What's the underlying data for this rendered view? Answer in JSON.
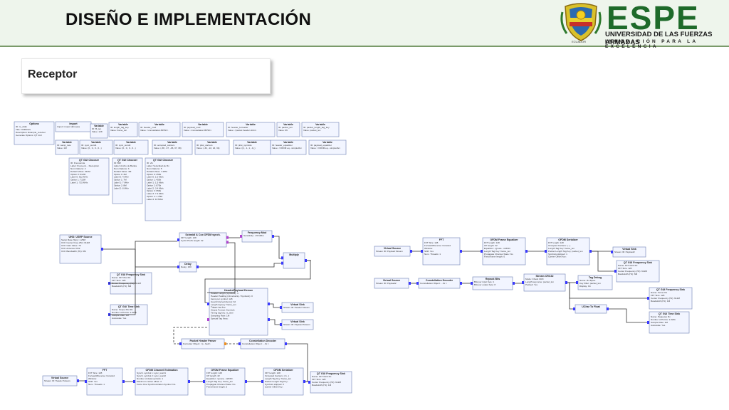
{
  "header": {
    "title": "DISEÑO E IMPLEMENTACIÓN"
  },
  "logo": {
    "word": "ESPE",
    "university": "UNIVERSIDAD DE LAS FUERZAS ARMADAS",
    "tagline": "INNOVACIÓN PARA LA EXCELENCIA",
    "country": "ECUADOR",
    "brand_color": "#1e6a2a"
  },
  "section": {
    "label": "Receptor"
  },
  "colors": {
    "block_border": "#7f8fbf",
    "block_fill": "#f2f5ff",
    "wire": "#333333",
    "port_blue": "#3a3aff",
    "port_purple": "#b044d0",
    "port_orange": "#f09020"
  },
  "blocks": {
    "options": {
      "title": "Options",
      "lines": [
        "ID: rx_ofdm",
        "Title: OFDM Rx",
        "Description: Example_receiver",
        "Generate Options: QT GUI"
      ]
    },
    "import": {
      "title": "Import",
      "lines": [
        "Import: import dirmoeta"
      ]
    },
    "var_fft": {
      "title": "Variable",
      "lines": [
        "ID: fft_len",
        "Value: 128"
      ]
    },
    "var_len_tag": {
      "title": "Variable",
      "lines": [
        "ID: length_tag_key",
        "Value: frame_len"
      ]
    },
    "var_hdr_mod": {
      "title": "Variable",
      "lines": [
        "ID: header_mod",
        "Value: <constellation BPSK>"
      ]
    },
    "var_pay_mod": {
      "title": "Variable",
      "lines": [
        "ID: payload_mod",
        "Value: <constellation BPSK>"
      ]
    },
    "var_hdr_fmt": {
      "title": "Variable",
      "lines": [
        "ID: header_formatter",
        "Value: <packet header ofdm>"
      ]
    },
    "var_pkt_len": {
      "title": "Variable",
      "lines": [
        "ID: packet_len",
        "Value: 96"
      ]
    },
    "var_pkt_tag": {
      "title": "Variable",
      "lines": [
        "ID: packet_length_tag_key",
        "Value: packet_len"
      ]
    },
    "var_samp": {
      "title": "Variable",
      "lines": [
        "ID: samp_rate",
        "Value: 1M"
      ]
    },
    "var_sync1": {
      "title": "Variable",
      "lines": [
        "ID: sync_word1",
        "Value: (0., 0., 0., 0...)"
      ]
    },
    "var_sync2": {
      "title": "Variable",
      "lines": [
        "ID: sync_word2",
        "Value: (0., 0., 0., 0...)"
      ]
    },
    "var_occ": {
      "title": "Variable",
      "lines": [
        "ID: occupied_carriers",
        "Value: (-38, -37, -36, 37, 38)"
      ]
    },
    "var_pilot_c": {
      "title": "Variable",
      "lines": [
        "ID: pilot_carriers",
        "Value: (-32, -22, 22, 32)"
      ]
    },
    "var_pilot_s": {
      "title": "Variable",
      "lines": [
        "ID: pilot_symbols",
        "Value: ((1, -1, 1, -1),)"
      ]
    },
    "var_hdr_eq": {
      "title": "Variable",
      "lines": [
        "ID: header_equalizer",
        "Value: <OFDM eq...simpledfe>"
      ]
    },
    "var_pay_eq": {
      "title": "Variable",
      "lines": [
        "ID: payload_equalizer",
        "Value: <OFDM eq...simpledfe>"
      ]
    },
    "chooser1": {
      "title": "QT GUI Chooser",
      "lines": [
        "ID: Frecuencia",
        "Label: Frecuenc... Recepcion",
        "Num Options: 2",
        "Default Value: 612M",
        "Option 0: 612M",
        "Label 0: 612 MHz",
        "Option 1: 715M",
        "Label 1: 715 MHz"
      ]
    },
    "chooser2": {
      "title": "QT GUI Chooser",
      "lines": [
        "ID: BW",
        "Label: Ancho de Banda",
        "Num Options: 3",
        "Default Value: 4M",
        "Option 0: 4M",
        "Label 0: 4 MHz",
        "Option 1: 7M",
        "Label 1: 7 MHz",
        "Option 2: 8M",
        "Label 2: 8 MHz"
      ]
    },
    "chooser3": {
      "title": "QT GUI Chooser",
      "lines": [
        "ID: vfs",
        "Label: Velocidad de Rx",
        "Num Options: 5",
        "Default Value: 1.25M",
        "Option 0: 250k",
        "Label 0: 1.0 Mb/s",
        "Option 1: 450k",
        "Label 1: 1.5 Mb/s",
        "Option 2: 875k",
        "Label 2: 3.4 Mb/s",
        "Option 3: 950k",
        "Label 3: 7.4 Mb/s",
        "Option 4: 1.75M",
        "Label 4: 10 Mb/s"
      ]
    },
    "usrp": {
      "title": "UHD: USRP Source",
      "lines": [
        "Samp Rate (Sps): 1.25M",
        "Ch0: Center Freq (Hz): 612M",
        "Ch0: Gain Value: 70",
        "Ch0: Antenna: RX2",
        "Ch0: Bandwidth (Hz): 6M"
      ]
    },
    "schmidl": {
      "title": "Schmidl & Cox OFDM synch.",
      "lines": [
        "FFT length: 128",
        "Cyclic Prefix length: 32"
      ]
    },
    "freqmod": {
      "title": "Frequency Mod",
      "lines": [
        "Sensitivity: -15.625m"
      ]
    },
    "delay": {
      "title": "Delay",
      "lines": [
        "Delay: 160"
      ]
    },
    "multiply": {
      "title": "Multiply",
      "lines": []
    },
    "hpdemux": {
      "title": "Header/Payload Demux",
      "lines": [
        "Header Length (Symbols): 3",
        "Header Padding (Uncertainty / Symbols): 0",
        "Items per symbol: 128",
        "Guard Interval (items): 32",
        "Length tag key: frame_len",
        "Trigger tag key: ",
        "Output Format: Symbols",
        "Timing tag key: rx_time",
        "Sampling Rate: 1M",
        "Special Tag Keys: "
      ]
    },
    "freqsink1": {
      "title": "QT GUI Frequency Sink",
      "lines": [
        "Name: FFT Plot Rx",
        "FFT Size: 128",
        "Center Frequency (Hz): 612M",
        "Bandwidth (Hz): 6M"
      ]
    },
    "timesink1": {
      "title": "QT GUI Time Sink",
      "lines": [
        "Name: Scope Plot Rx",
        "Number of Points: 1.024k",
        "Sample Rate: 1M",
        "Autoscale: Yes"
      ]
    },
    "vsink_hdr": {
      "title": "Virtual Sink",
      "lines": [
        "Stream ID: Header Stream"
      ]
    },
    "vsink_pay": {
      "title": "Virtual Sink",
      "lines": [
        "Stream ID: Payload Stream"
      ]
    },
    "pktparser": {
      "title": "Packet Header Parser",
      "lines": [
        "Formatter Object: <p...fault>"
      ]
    },
    "constdec1": {
      "title": "Constellation Decoder",
      "lines": [
        "Constellation Object: ...0x >"
      ]
    },
    "vsrc_hdr": {
      "title": "Virtual Source",
      "lines": [
        "Stream ID: Header Stream"
      ]
    },
    "fft_bot": {
      "title": "FFT",
      "lines": [
        "FFT Size: 128",
        "Forward/Reverse: Forward",
        "Window: ",
        "Shift: Yes",
        "Num. Threads: 1"
      ]
    },
    "chanest": {
      "title": "OFDM Channel Estimation",
      "lines": [
        "Synch. symbol 1: sync_word1",
        "Synch. symbol 2: sync_word2",
        "Number of data symbols: 1",
        "Maximum carrier offset: 3",
        "Force One Synchronization Symbol: No"
      ]
    },
    "frameeq_bot": {
      "title": "OFDM Frame Equalizer",
      "lines": [
        "FFT length: 128",
        "CP length: 32",
        "Equalizer: <gnura...mf330>",
        "Length Tag Key: frame_len",
        "Propagate Channel State: No",
        "Fixed frame length: 3"
      ]
    },
    "serial_bot": {
      "title": "OFDM Serializer",
      "lines": [
        "FFT length: 128",
        "Occupied Carriers: (-3...)",
        "Length Tag Key: frame_len",
        "Packet Length Tag Key: ",
        "Symbols skipped: 0",
        "Carrier Offset Key: "
      ]
    },
    "freqsink_bot": {
      "title": "QT GUI Frequency Sink",
      "lines": [
        "Name: FFT Rx/2 Rx",
        "FFT Size: 128",
        "Center Frequency (Hz): 612M",
        "Bandwidth (Hz): 1M"
      ]
    },
    "vsrc_pay": {
      "title": "Virtual Source",
      "lines": [
        "Stream ID: Payload Stream"
      ]
    },
    "fft_r": {
      "title": "FFT",
      "lines": [
        "FFT Size: 128",
        "Forward/Reverse: Forward",
        "Window: ",
        "Shift: Yes",
        "Num. Threads: 1"
      ]
    },
    "frameeq_r": {
      "title": "OFDM Frame Equalizer",
      "lines": [
        "FFT length: 128",
        "CP length: 32",
        "Equalizer: <gnura...mf330>",
        "Length Tag Key: frame_len",
        "Propagate Channel State: No",
        "Fixed frame length: 0"
      ]
    },
    "serial_r": {
      "title": "OFDM Serializer",
      "lines": [
        "FFT length: 128",
        "Occupied Carriers: (...)",
        "Length Tag Key: frame_len",
        "Packet Length Tag Key: packet_len",
        "Symbols skipped: 1",
        "Carrier Offset Key: "
      ]
    },
    "vsink_r": {
      "title": "Virtual Sink",
      "lines": [
        "Stream ID: Payload2"
      ]
    },
    "vsrc_r2": {
      "title": "Virtual Source",
      "lines": [
        "Stream ID: Payload2"
      ]
    },
    "constdec2": {
      "title": "Constellation Decoder",
      "lines": [
        "Constellation Object: ...0x >"
      ]
    },
    "repack": {
      "title": "Repack Bits",
      "lines": [
        "Bits per input byte: 1",
        "Bits per output byte: 8"
      ]
    },
    "crc": {
      "title": "Stream CRC32",
      "lines": [
        "Mode: Check CRC",
        "Length tag name: packet_len",
        "Packed: Yes"
      ]
    },
    "tagdebug": {
      "title": "Tag Debug",
      "lines": [
        "Name: Rx Bytes",
        "Key Filter: packet_len",
        "Display: On"
      ]
    },
    "freqsink_r": {
      "title": "QT GUI Frequency Sink",
      "lines": [
        "Name: FFT Rx/2 Rx",
        "FFT Size: 128",
        "Center Frequency (Hz): 612M",
        "Bandwidth (Hz): 6M"
      ]
    },
    "freqsink_r2": {
      "title": "QT GUI Frequency Sink",
      "lines": [
        "Name: Tercer Rx",
        "FFT Size: 128",
        "Center Frequency (Hz): 612M",
        "Bandwidth (Hz): 1M"
      ]
    },
    "uchar": {
      "title": "UChar To Float",
      "lines": []
    },
    "timesink_r": {
      "title": "QT GUI Time Sink",
      "lines": [
        "Name: Paquetes Rx",
        "Number of Points: 1.024k",
        "Sample Rate: 1M",
        "Autoscale: Yes"
      ]
    }
  }
}
